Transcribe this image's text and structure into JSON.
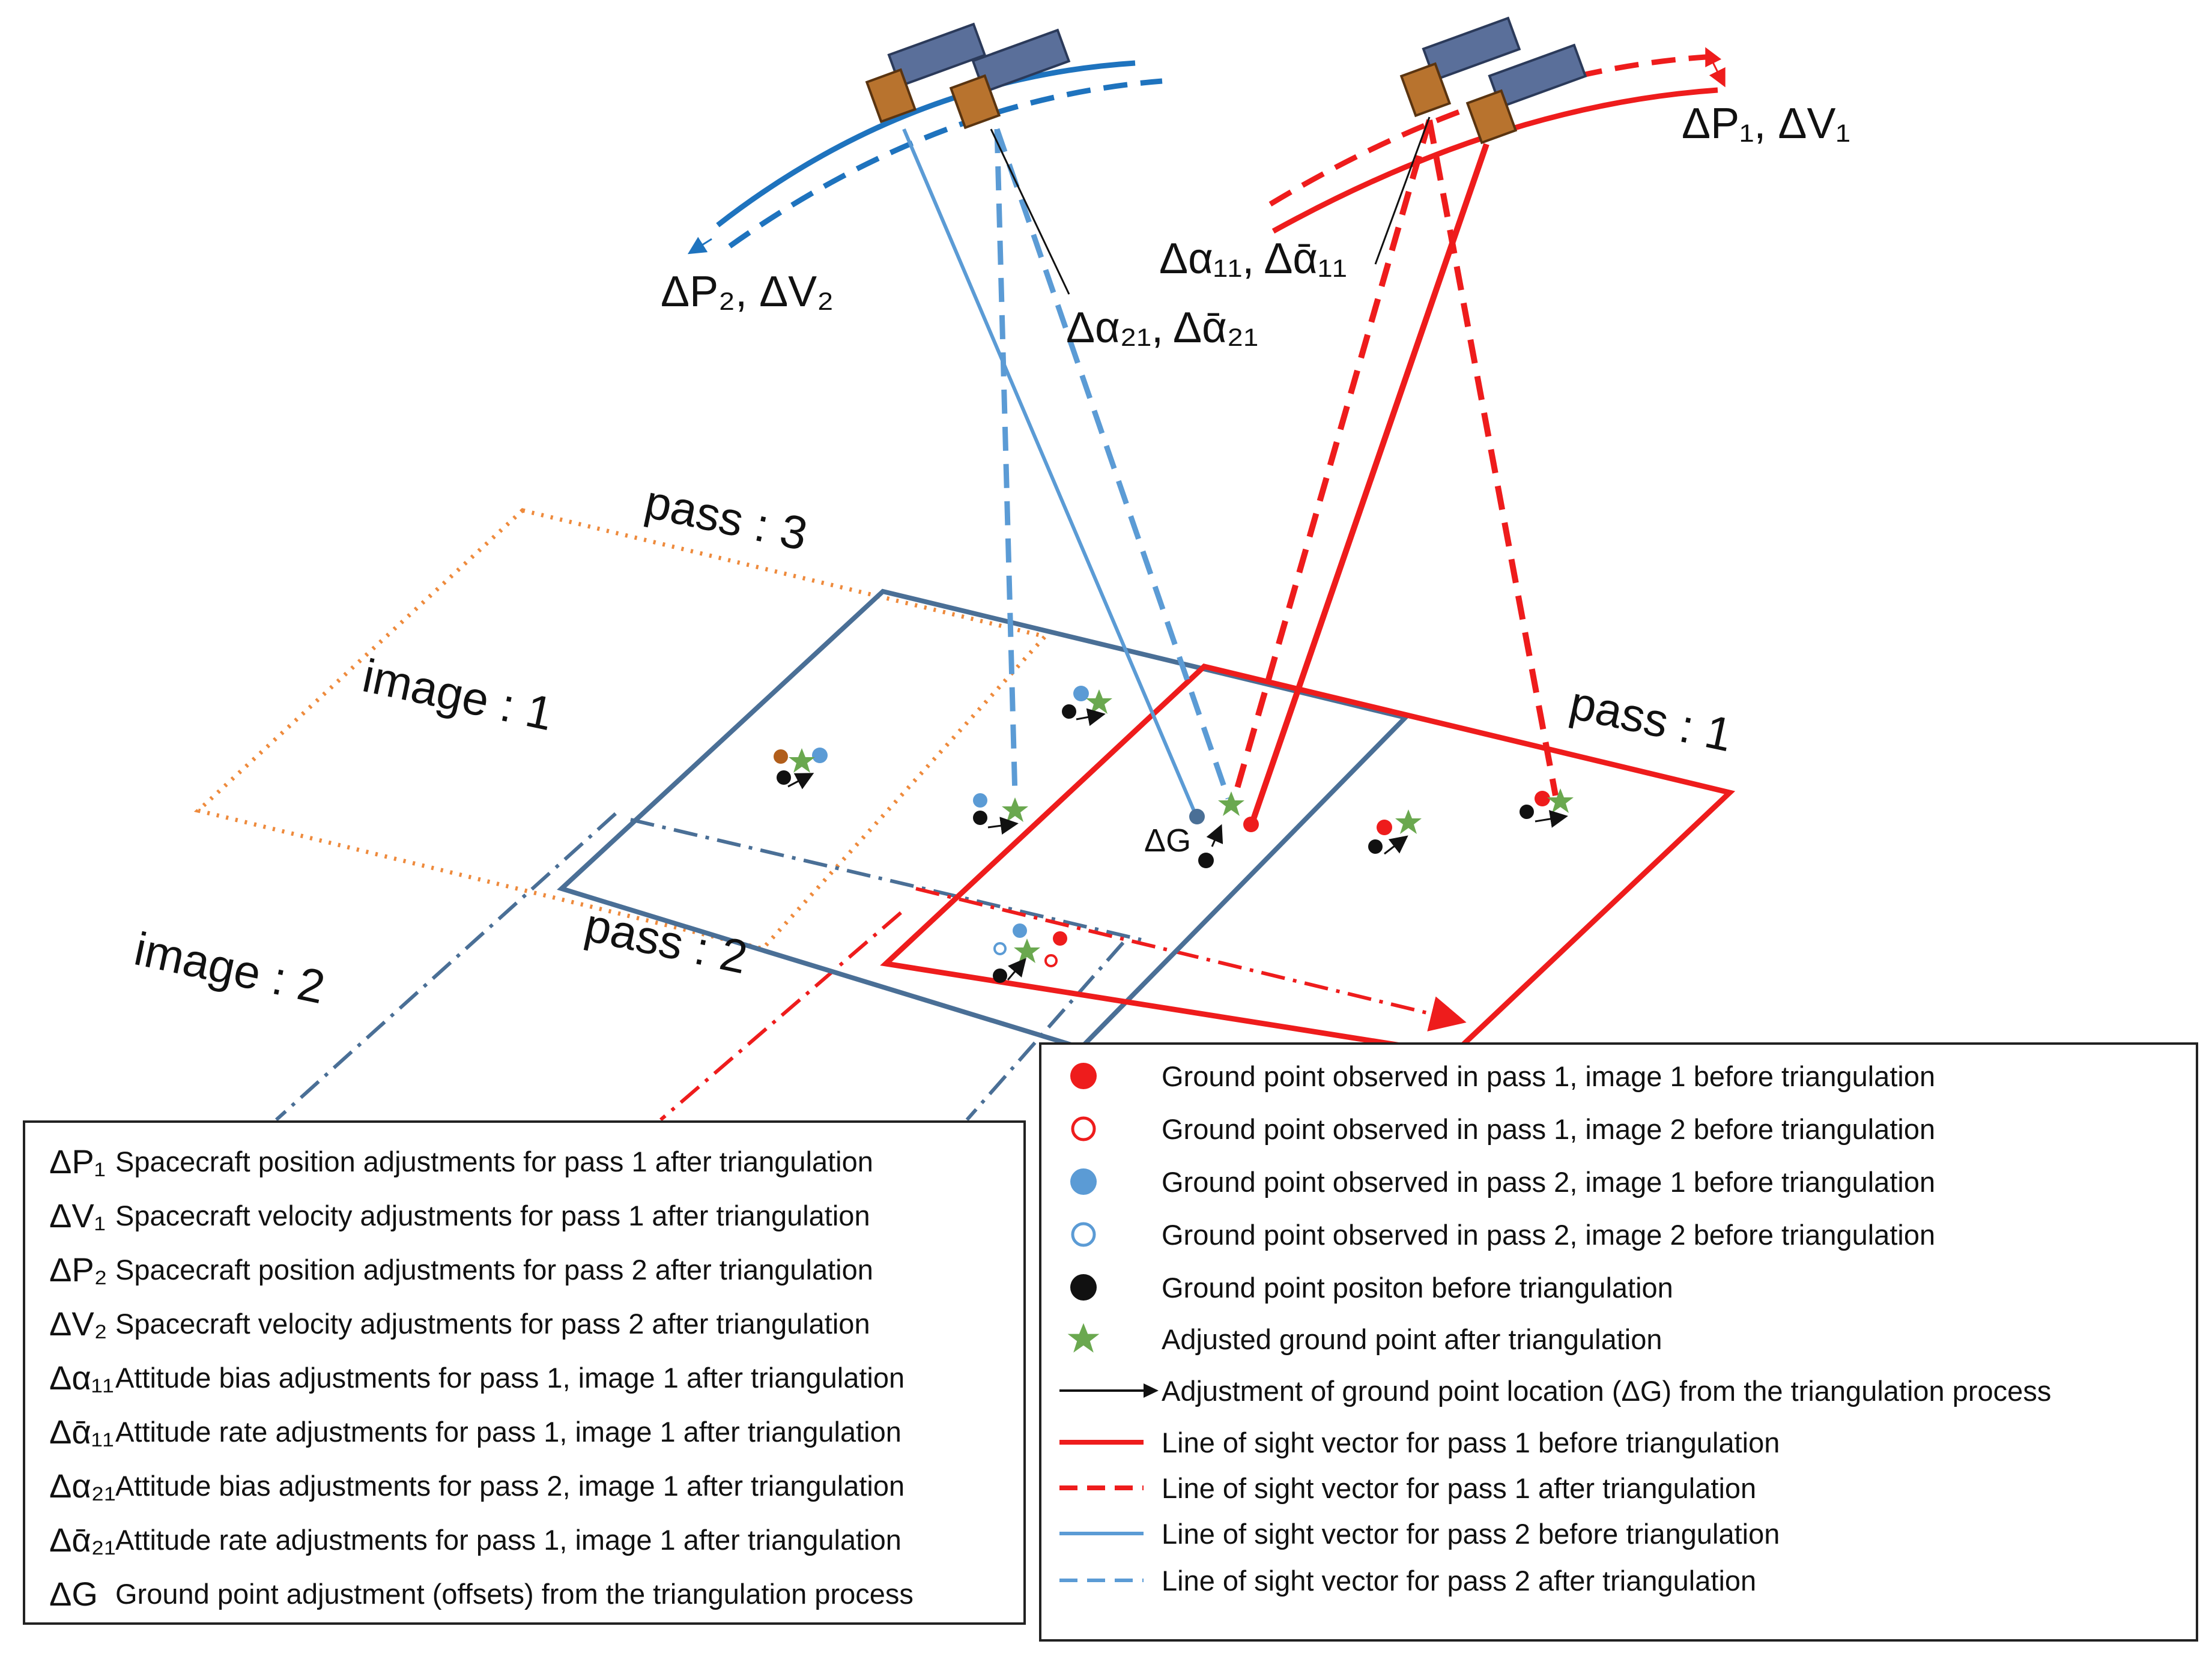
{
  "labels": {
    "pass1": "pass : 1",
    "pass2": "pass : 2",
    "pass3": "pass : 3",
    "image1": "image : 1",
    "image2": "image : 2",
    "dp1dv1": "ΔP₁, ΔV₁",
    "dp2dv2": "ΔP₂, ΔV₂",
    "da11": "Δα₁₁, Δᾱ₁₁",
    "da21": "Δα₂₁, Δᾱ₂₁",
    "dg": "ΔG"
  },
  "legend_left": [
    {
      "symbol": "ΔP₁",
      "text": "Spacecraft position adjustments for pass 1 after  triangulation"
    },
    {
      "symbol": "ΔV₁",
      "text": "Spacecraft velocity adjustments for pass 1 after  triangulation"
    },
    {
      "symbol": "ΔP₂",
      "text": "Spacecraft position adjustments for pass 2 after  triangulation"
    },
    {
      "symbol": "ΔV₂",
      "text": "Spacecraft velocity adjustments for pass 2 after  triangulation"
    },
    {
      "symbol": "Δα₁₁",
      "text": "Attitude bias adjustments for pass 1, image 1 after  triangulation"
    },
    {
      "symbol": "Δᾱ₁₁",
      "text": "Attitude rate adjustments for pass 1, image 1 after  triangulation"
    },
    {
      "symbol": "Δα₂₁",
      "text": "Attitude bias adjustments for pass 2, image 1 after  triangulation"
    },
    {
      "symbol": "Δᾱ₂₁",
      "text": "Attitude rate adjustments for pass 1, image 1 after  triangulation"
    },
    {
      "symbol": "ΔG",
      "text": "Ground point adjustment (offsets) from the  triangulation process"
    }
  ],
  "legend_right": [
    {
      "marker": "red-filled-dot",
      "text": "Ground point observed in pass 1, image 1 before triangulation"
    },
    {
      "marker": "red-hollow-dot",
      "text": "Ground point observed in pass 1, image 2 before triangulation"
    },
    {
      "marker": "blue-filled-dot",
      "text": "Ground point observed in pass 2, image 1 before triangulation"
    },
    {
      "marker": "blue-hollow-dot",
      "text": "Ground point observed in pass 2, image 2 before triangulation"
    },
    {
      "marker": "black-dot",
      "text": "Ground point positon before triangulation"
    },
    {
      "marker": "green-star",
      "text": "Adjusted ground point after triangulation"
    },
    {
      "marker": "black-arrow",
      "text": "Adjustment of ground point location (ΔG) from the triangulation process"
    },
    {
      "marker": "red-solid-line",
      "text": "Line of sight vector for pass 1 before triangulation"
    },
    {
      "marker": "red-dashed-line",
      "text": "Line of sight vector for pass 1 after triangulation"
    },
    {
      "marker": "blue-solid-line",
      "text": "Line of sight vector for pass 2 before triangulation"
    },
    {
      "marker": "blue-dashed-line",
      "text": "Line of sight vector for pass 2 after triangulation"
    }
  ],
  "colors": {
    "pass1": "#ee1c1c",
    "pass2_frame": "#4a6f96",
    "pass2_los": "#5b9bd5",
    "orbit2": "#1e73be",
    "pass3": "#ee8a3c",
    "star": "#6aa84f",
    "brown_dot": "#b15e1b"
  }
}
